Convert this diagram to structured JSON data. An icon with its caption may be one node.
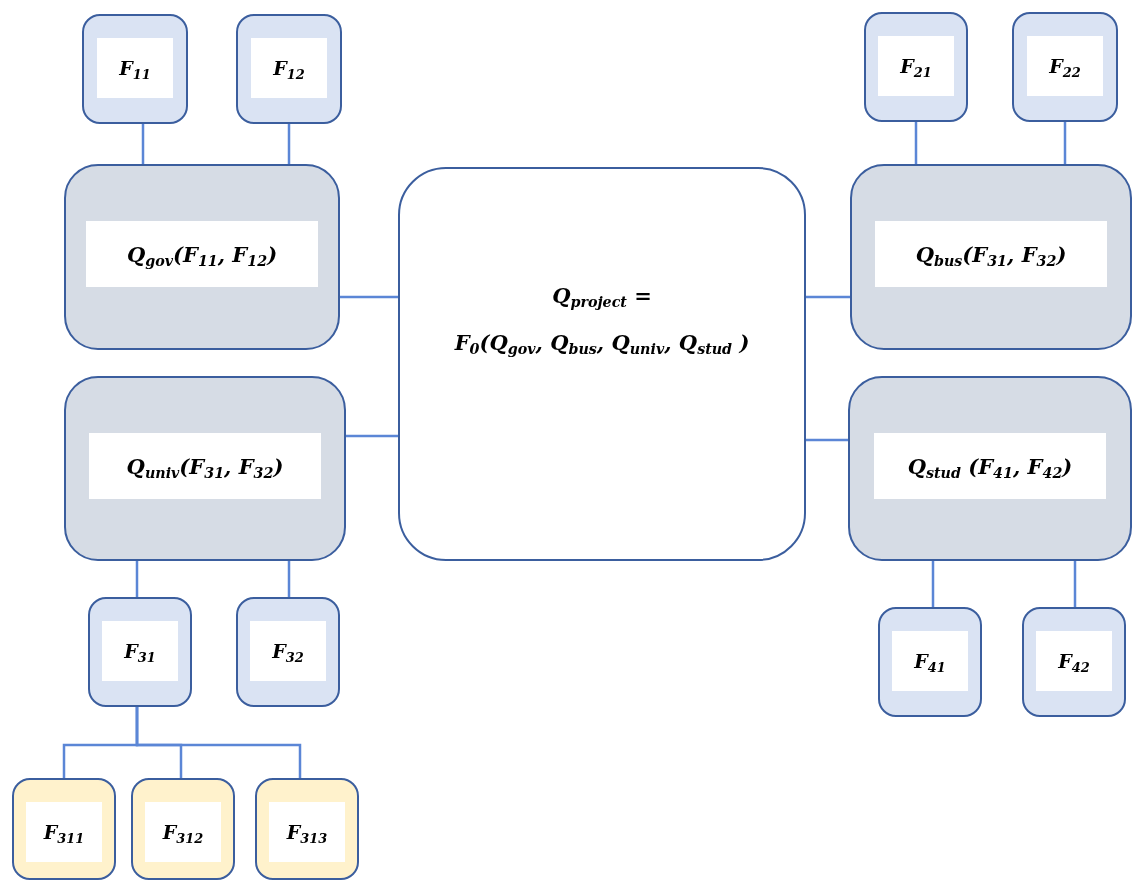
{
  "diagram": {
    "nodes": [
      {
        "text": [
          "F$_{11}$"
        ]
      },
      {
        "text": [
          "F$_{12}$"
        ]
      },
      {
        "text": [
          "F$_{21}$"
        ]
      },
      {
        "text": [
          "F$_{22}$"
        ]
      },
      {
        "text": [
          "Q$_{gov}$(F$_{11}$, F$_{12}$)"
        ]
      },
      {
        "text": [
          "Q$_{project}$ =",
          "F$_{0}$(Q$_{gov}$, Q$_{bus}$, Q$_{univ}$, Q$_{stud}$ )"
        ]
      },
      {
        "text": [
          "Q$_{bus}$(F$_{31}$, F$_{32}$)"
        ]
      },
      {
        "text": [
          "Q$_{univ}$(F$_{31}$, F$_{32}$)"
        ]
      },
      {
        "text": [
          "Q$_{stud}$ (F$_{41}$, F$_{42}$)"
        ]
      },
      {
        "text": [
          "F$_{31}$"
        ]
      },
      {
        "text": [
          "F$_{32}$"
        ]
      },
      {
        "text": [
          "F$_{41}$"
        ]
      },
      {
        "text": [
          "F$_{42}$"
        ]
      },
      {
        "text": [
          "F$_{311}$"
        ]
      },
      {
        "text": [
          "F$_{312}$"
        ]
      },
      {
        "text": [
          "F$_{313}$"
        ]
      }
    ],
    "edges": [
      {
        "from": 0,
        "to": 4,
        "arrow": "none"
      },
      {
        "from": 1,
        "to": 4,
        "arrow": "none"
      },
      {
        "from": 2,
        "to": 6,
        "arrow": "none"
      },
      {
        "from": 3,
        "to": 6,
        "arrow": "none"
      },
      {
        "from": 4,
        "to": 5,
        "arrow": "none"
      },
      {
        "from": 5,
        "to": 6,
        "arrow": "none"
      },
      {
        "from": 7,
        "to": 5,
        "arrow": "none"
      },
      {
        "from": 5,
        "to": 8,
        "arrow": "none"
      },
      {
        "from": 7,
        "to": 9,
        "arrow": "none"
      },
      {
        "from": 7,
        "to": 10,
        "arrow": "none"
      },
      {
        "from": 8,
        "to": 11,
        "arrow": "none"
      },
      {
        "from": 8,
        "to": 12,
        "arrow": "none"
      },
      {
        "from": 9,
        "to": 13,
        "arrow": "none"
      },
      {
        "from": 9,
        "to": 14,
        "arrow": "none"
      },
      {
        "from": 9,
        "to": 15,
        "arrow": "none"
      }
    ]
  }
}
